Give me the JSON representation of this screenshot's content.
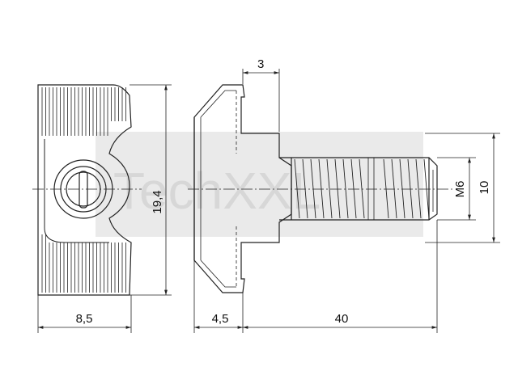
{
  "watermark": {
    "text": "TechXXL",
    "fill": "#d8d8d8"
  },
  "dimensions": {
    "slot_width": "3",
    "height": "19,4",
    "width": "8,5",
    "head_thickness": "4,5",
    "thread_length": "40",
    "thread_size": "M6",
    "head_size": "10"
  },
  "colors": {
    "line": "#222222",
    "background": "#ffffff"
  }
}
